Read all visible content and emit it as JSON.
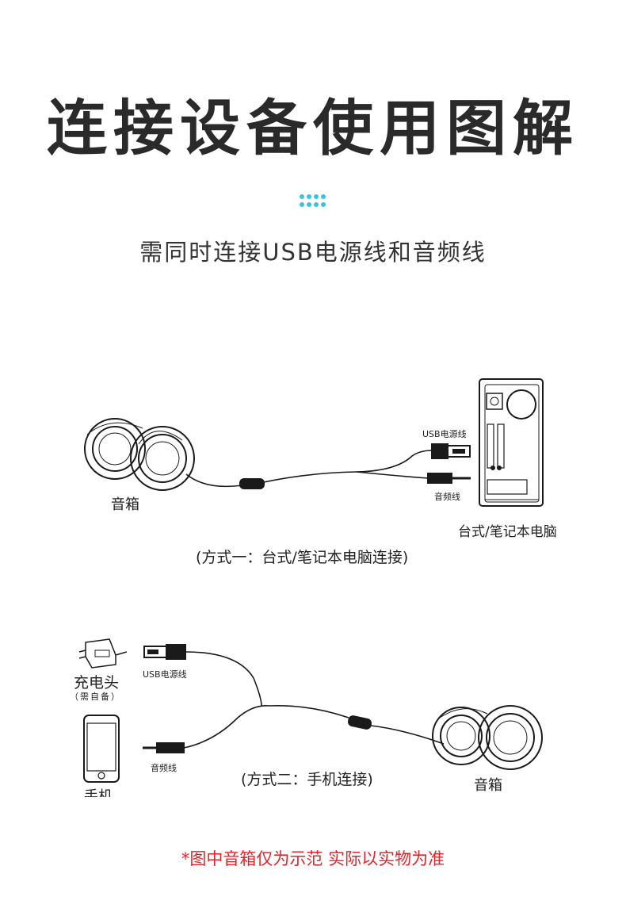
{
  "header": {
    "title": "连接设备使用图解",
    "subtitle": "需同时连接USB电源线和音频线"
  },
  "method1": {
    "speaker_label": "音箱",
    "usb_label": "USB电源线",
    "audio_label": "音频线",
    "computer_label": "台式/笔记本电脑",
    "caption": "(方式一：台式/笔记本电脑连接)"
  },
  "method2": {
    "charger_label": "充电头",
    "charger_note": "（需自备）",
    "phone_label": "手机",
    "usb_label": "USB电源线",
    "audio_label": "音频线",
    "caption": "(方式二：手机连接)",
    "speaker_label": "音箱"
  },
  "footer": {
    "note": "*图中音箱仅为示范 实际以实物为准"
  },
  "colors": {
    "accent_dots": "#36c5e0",
    "warning_text": "#e0262b",
    "line_art": "#1a1a1a"
  }
}
